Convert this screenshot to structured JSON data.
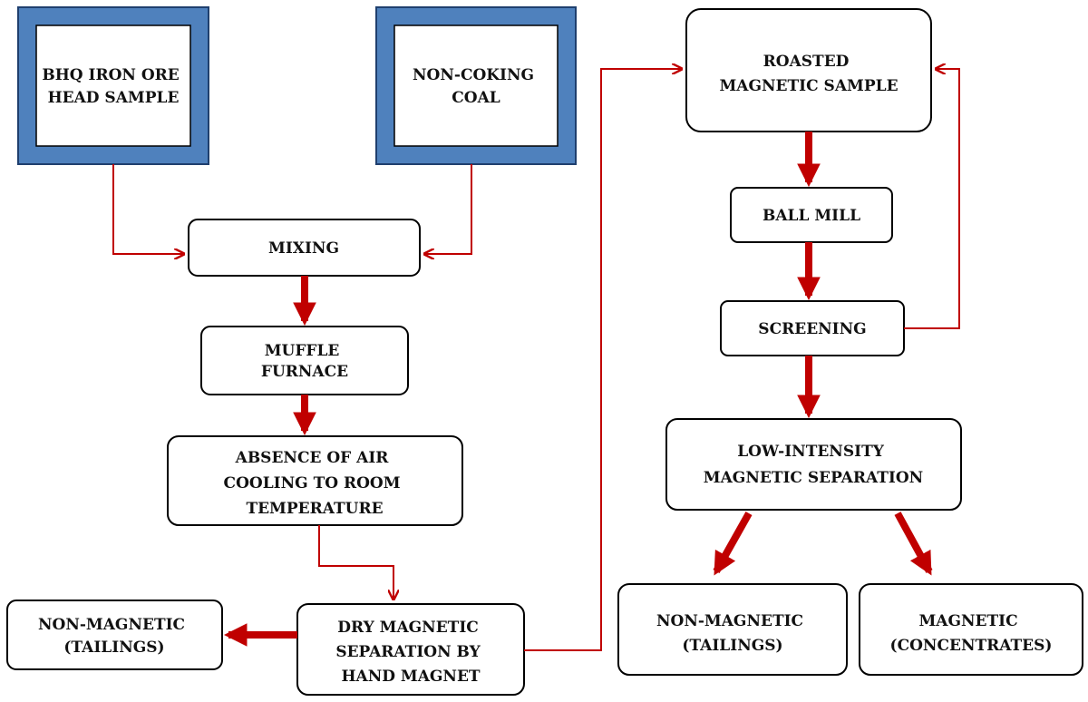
{
  "colors": {
    "arrow": "#c00000",
    "input_frame": "#4f81bd",
    "box_stroke": "#000000",
    "box_fill": "#ffffff",
    "text": "#111111"
  },
  "nodes": {
    "head_sample": [
      "BHQ IRON ORE",
      "HEAD SAMPLE"
    ],
    "coal": [
      "NON-COKING",
      "COAL"
    ],
    "mixing": [
      "MIXING"
    ],
    "muffle": [
      "MUFFLE",
      "FURNACE"
    ],
    "cooling": [
      "ABSENCE OF AIR",
      "COOLING TO ROOM",
      "TEMPERATURE"
    ],
    "dry_sep": [
      "DRY MAGNETIC",
      "SEPARATION BY",
      "HAND MAGNET"
    ],
    "tailings_left": [
      "NON-MAGNETIC",
      "(TAILINGS)"
    ],
    "roasted": [
      "ROASTED",
      "MAGNETIC SAMPLE"
    ],
    "ball_mill": [
      "BALL MILL"
    ],
    "screening": [
      "SCREENING"
    ],
    "lims": [
      "LOW-INTENSITY",
      "MAGNETIC SEPARATION"
    ],
    "tailings_right": [
      "NON-MAGNETIC",
      "(TAILINGS)"
    ],
    "concentrates": [
      "MAGNETIC",
      "(CONCENTRATES)"
    ]
  }
}
